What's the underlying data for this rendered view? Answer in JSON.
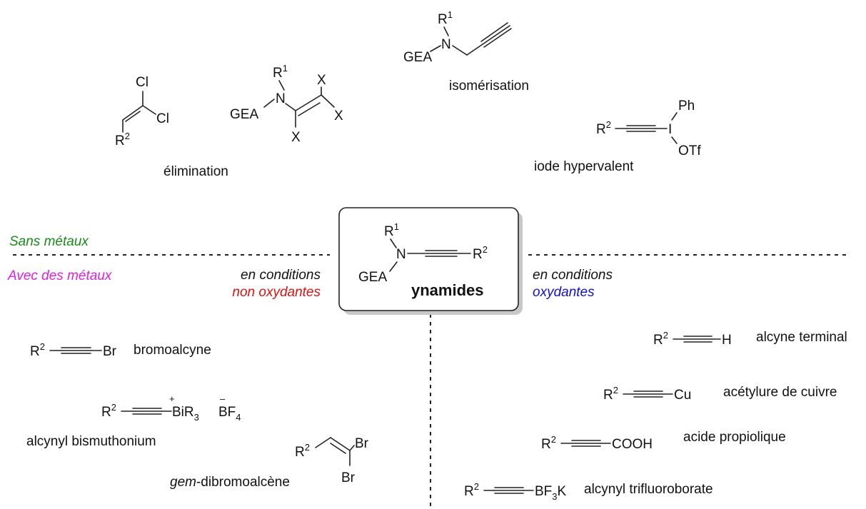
{
  "labels": {
    "sans_metaux": "Sans métaux",
    "avec_metaux": "Avec des métaux",
    "cond_left_1": "en conditions",
    "cond_left_2": "non oxydantes",
    "cond_right_1": "en conditions",
    "cond_right_2": "oxydantes",
    "ynamides": "ynamides",
    "elimination": "élimination",
    "isomerisation": "isomérisation",
    "iode": "iode hypervalent",
    "bromoalcyne": "bromoalcyne",
    "bismuthonium": "alcynyl bismuthonium",
    "gem_prefix": "gem",
    "gem_rest": "-dibromoalcène",
    "alcyne_terminal": "alcyne terminal",
    "acetylure": "acétylure de cuivre",
    "propiolique": "acide propiolique",
    "trifluoroborate": "alcynyl trifluoroborate"
  },
  "atoms": {
    "R": "R",
    "one": "1",
    "two": "2",
    "three": "3",
    "four": "4",
    "N": "N",
    "GEA": "GEA",
    "Cl": "Cl",
    "X": "X",
    "Ph": "Ph",
    "I": "I",
    "OTf": "OTf",
    "Br": "Br",
    "BiR": "BiR",
    "BF": "BF",
    "H": "H",
    "Cu": "Cu",
    "COOH": "COOH",
    "K": "K",
    "plus": "+",
    "minus": "–"
  },
  "colors": {
    "sans_metaux": "#1a8a1a",
    "avec_metaux": "#e020e0",
    "non_oxydantes": "#e01010",
    "oxydantes": "#1010d0",
    "box_fill": "#ffffff",
    "box_shadow": "#c8c8c8"
  }
}
